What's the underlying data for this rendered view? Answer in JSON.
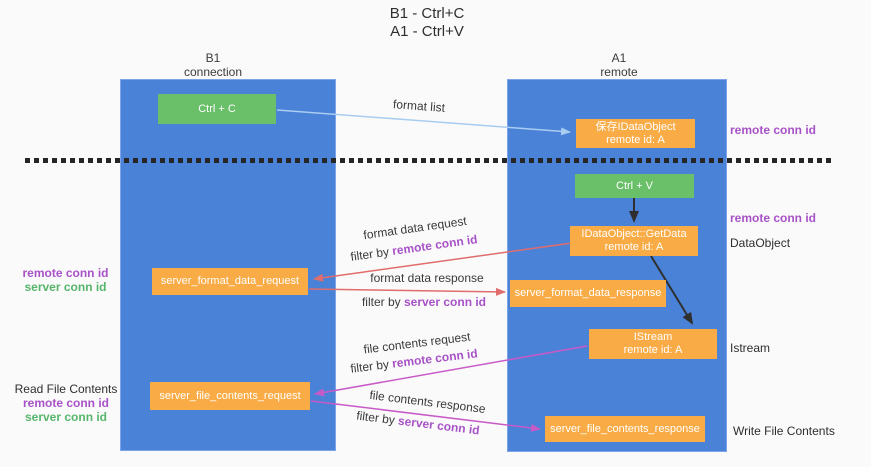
{
  "title": {
    "line1": "B1 - Ctrl+C",
    "line2": "A1 - Ctrl+V"
  },
  "columns": {
    "left": {
      "header_line1": "B1",
      "header_line2": "connection"
    },
    "right": {
      "header_line1": "A1",
      "header_line2": "remote"
    }
  },
  "nodes": {
    "ctrl_c": "Ctrl + C",
    "ctrl_v": "Ctrl + V",
    "save_idataobject": {
      "line1": "保存IDataObject",
      "line2": "remote id: A"
    },
    "getdata": {
      "line1": "IDataObject::GetData",
      "line2": "remote id: A"
    },
    "istream": {
      "line1": "IStream",
      "line2": "remote id: A"
    },
    "server_format_data_request": "server_format_data_request",
    "server_format_data_response": "server_format_data_response",
    "server_file_contents_request": "server_file_contents_request",
    "server_file_contents_response": "server_file_contents_response"
  },
  "edge_labels": {
    "format_list": "format list",
    "format_data_request": "format data request",
    "format_data_response": "format data response",
    "file_contents_request": "file contents request",
    "file_contents_response": "file contents response",
    "filter_by": "filter by ",
    "remote_conn_id": "remote conn id",
    "server_conn_id": "server conn id"
  },
  "side_labels": {
    "right_remote_conn_id_1": "remote conn id",
    "right_remote_conn_id_2": "remote conn id",
    "dataobject": "DataObject",
    "istream": "Istream",
    "write_file_contents": "Write File Contents",
    "left_remote_conn_id_mid": "remote conn id",
    "left_server_conn_id_mid": "server conn id",
    "read_file_contents": "Read File Contents",
    "left_remote_conn_id_bottom": "remote conn id",
    "left_server_conn_id_bottom": "server conn id"
  },
  "colors": {
    "column_blue": "#4a82d8",
    "node_green": "#6abf69",
    "node_orange": "#f9ab45",
    "arrow_lightblue": "#a8cdf0",
    "arrow_red": "#e06c6c",
    "arrow_magenta": "#c85ac8",
    "arrow_black": "#2f2f2f",
    "label_purple": "#a852c8",
    "label_green": "#57b56b"
  }
}
